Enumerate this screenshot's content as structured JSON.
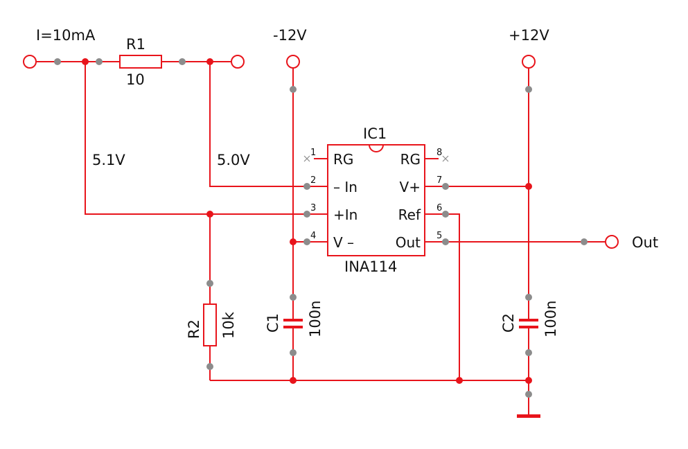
{
  "colors": {
    "wire": "#e8141b",
    "pin": "#8c8c8c",
    "text": "#111111"
  },
  "labels": {
    "current_source": "I=10mA",
    "neg_supply": "-12V",
    "pos_supply": "+12V",
    "out": "Out",
    "node_high": "5.1V",
    "node_low": "5.0V"
  },
  "r1": {
    "name": "R1",
    "value": "10"
  },
  "r2": {
    "name": "R2",
    "value": "10k"
  },
  "c1": {
    "name": "C1",
    "value": "100n"
  },
  "c2": {
    "name": "C2",
    "value": "100n"
  },
  "ic": {
    "name": "IC1",
    "part": "INA114",
    "pins": [
      {
        "num": "1",
        "name": "RG"
      },
      {
        "num": "2",
        "name": "– In"
      },
      {
        "num": "3",
        "name": "+In"
      },
      {
        "num": "4",
        "name": "V –"
      },
      {
        "num": "5",
        "name": "Out"
      },
      {
        "num": "6",
        "name": "Ref"
      },
      {
        "num": "7",
        "name": "V+"
      },
      {
        "num": "8",
        "name": "RG"
      }
    ]
  }
}
